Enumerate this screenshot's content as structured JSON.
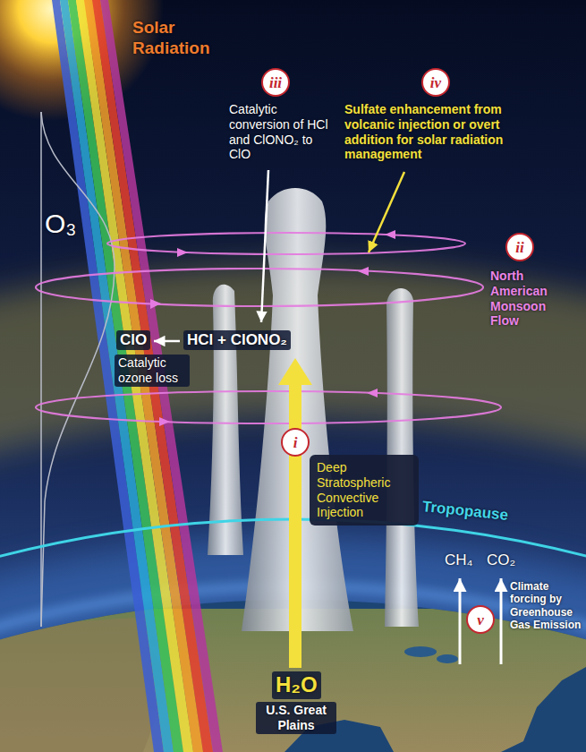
{
  "diagram": {
    "nodes": [
      {
        "text": [
          "iii"
        ]
      },
      {
        "text": [
          "iv"
        ]
      },
      {
        "text": [
          "ii"
        ]
      },
      {
        "text": [
          "i"
        ]
      },
      {
        "text": [
          "Deep Stratospheric Convective Injection"
        ]
      },
      {
        "text": [
          "v"
        ]
      }
    ],
    "labels": [
      "Solar Radiation",
      "Catalytic conversion of HCl and ClONO₂ to ClO",
      "Sulfate enhancement from volcanic injection or overt addition for solar radiation management",
      "O₃",
      "ClO",
      "HCl + ClONO₂",
      "Catalytic ozone loss",
      "North American Monsoon Flow",
      "Tropopause",
      "CH₄",
      "CO₂",
      "Climate forcing by Greenhouse Gas Emission",
      "H₂O",
      "U.S. Great Plains"
    ]
  }
}
